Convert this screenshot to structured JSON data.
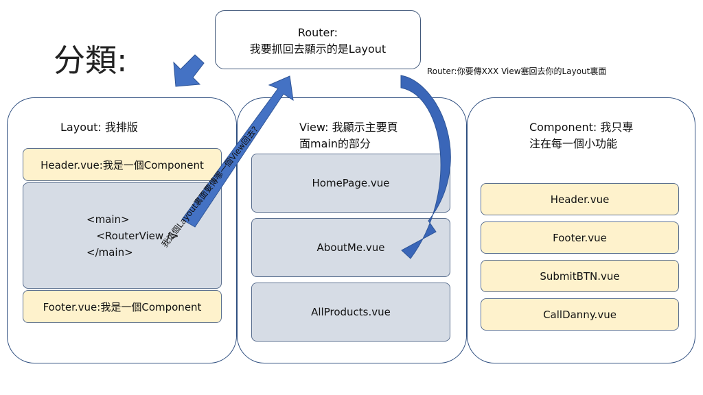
{
  "title": "分類:",
  "router": {
    "line1": "Router:",
    "line2": "我要抓回去顯示的是Layout",
    "note": "Router:你要傳XXX View塞回去你的Layout裏面"
  },
  "arrow_label": "我這個Layout裏面要傳哪一個View回去?",
  "layout": {
    "title": "Layout: 我排版",
    "header": "Header.vue:我是一個Component",
    "main_text": "<main>\n   <RouterView />\n</main>",
    "footer": "Footer.vue:我是一個Component"
  },
  "view": {
    "title_line1": "View: 我顯示主要頁",
    "title_line2": "面main的部分",
    "items": [
      "HomePage.vue",
      "AboutMe.vue",
      "AllProducts.vue"
    ]
  },
  "component": {
    "title_line1": "Component: 我只專",
    "title_line2": "注在每一個小功能",
    "items": [
      "Header.vue",
      "Footer.vue",
      "SubmitBTN.vue",
      "CallDanny.vue"
    ]
  },
  "colors": {
    "arrow": "#4472c4",
    "arrow_dark": "#2f5597",
    "yellow": "#fef2cc",
    "blue_card": "#d6dce5",
    "panel_border": "#2f4f80"
  }
}
